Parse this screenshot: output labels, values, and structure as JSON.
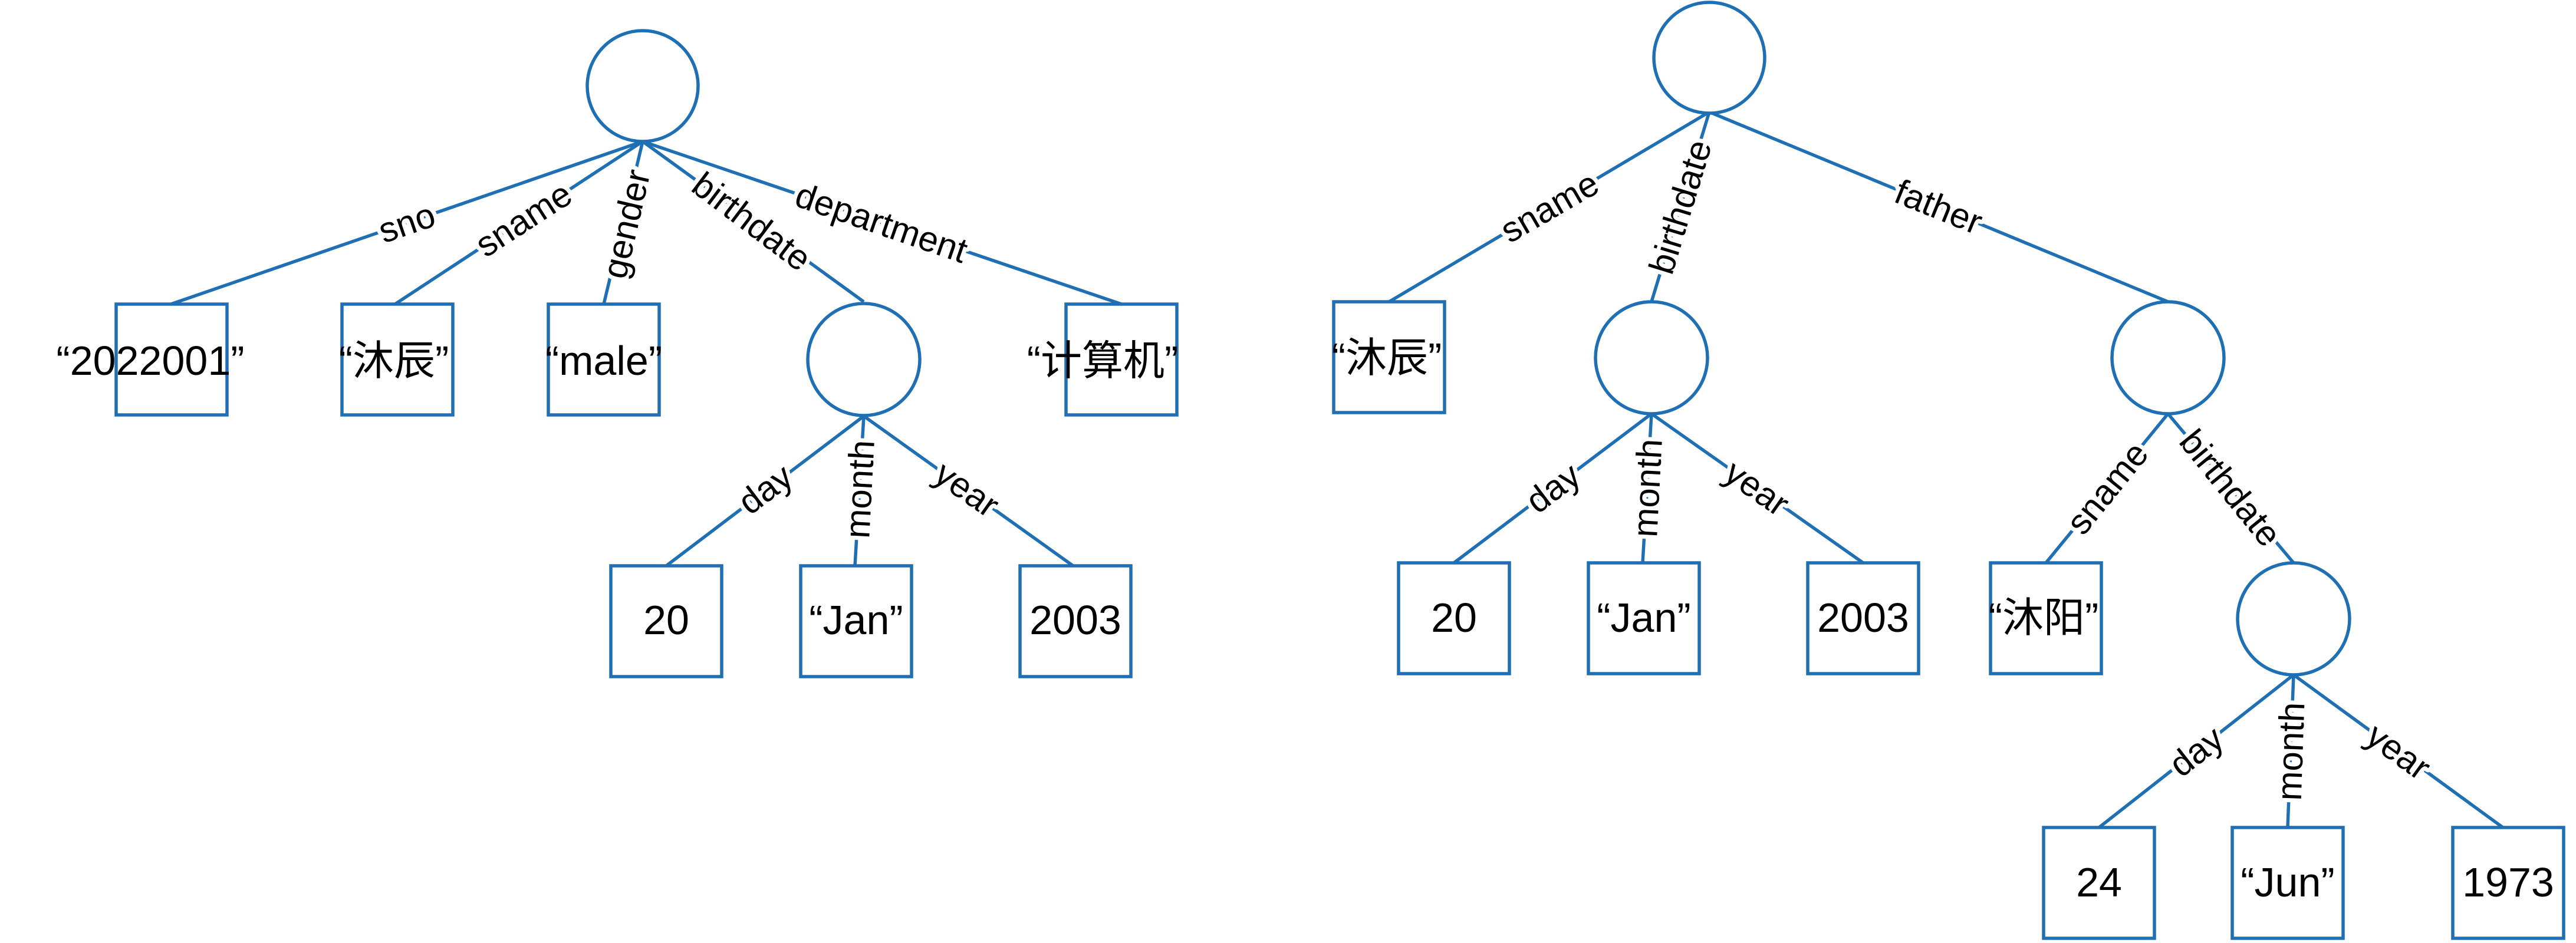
{
  "left_tree": {
    "root": {
      "edges": {
        "sno": "sno",
        "sname": "sname",
        "gender": "gender",
        "birthdate": "birthdate",
        "department": "department"
      },
      "values": {
        "sno": "“2022001”",
        "sname": "“沐辰”",
        "gender": "“male”",
        "department": "“计算机”"
      }
    },
    "birthdate": {
      "edges": {
        "day": "day",
        "month": "month",
        "year": "year"
      },
      "values": {
        "day": "20",
        "month": "“Jan”",
        "year": "2003"
      }
    }
  },
  "right_tree": {
    "root": {
      "edges": {
        "sname": "sname",
        "birthdate": "birthdate",
        "father": "father"
      },
      "values": {
        "sname": "“沐辰”"
      }
    },
    "birthdate": {
      "edges": {
        "day": "day",
        "month": "month",
        "year": "year"
      },
      "values": {
        "day": "20",
        "month": "“Jan”",
        "year": "2003"
      }
    },
    "father": {
      "edges": {
        "sname": "sname",
        "birthdate": "birthdate"
      },
      "values": {
        "sname": "“沐阳”"
      }
    },
    "father_birthdate": {
      "edges": {
        "day": "day",
        "month": "month",
        "year": "year"
      },
      "values": {
        "day": "24",
        "month": "“Jun”",
        "year": "1973"
      }
    }
  },
  "colors": {
    "stroke": "#1f6fb5",
    "text": "#000000"
  }
}
